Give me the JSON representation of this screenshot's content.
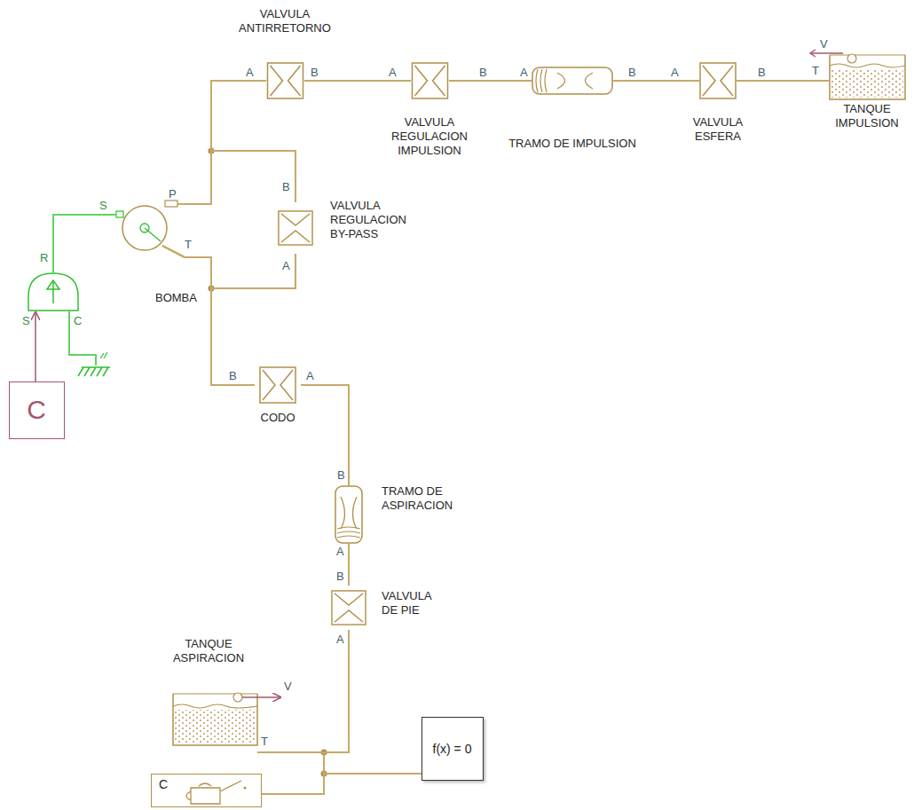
{
  "diagram": {
    "nodes": [
      {
        "text": [
          "VALVULA ANTIRRETORNO"
        ]
      },
      {
        "text": [
          "VALVULA REGULACION IMPULSION"
        ]
      },
      {
        "text": [
          "TRAMO DE IMPULSION"
        ]
      },
      {
        "text": [
          "VALVULA ESFERA"
        ]
      },
      {
        "text": [
          "TANQUE IMPULSION"
        ]
      },
      {
        "text": [
          "BOMBA"
        ]
      },
      {
        "text": [
          "VALVULA REGULACION BY-PASS"
        ]
      },
      {
        "text": [
          "CODO"
        ]
      },
      {
        "text": [
          "TRAMO DE ASPIRACION"
        ]
      },
      {
        "text": [
          "VALVULA DE PIE"
        ]
      },
      {
        "text": [
          "TANQUE ASPIRACION"
        ]
      },
      {
        "text": [
          "C"
        ]
      },
      {
        "text": [
          "f(x) = 0"
        ]
      },
      {
        "text": [
          "C"
        ]
      }
    ],
    "edges": [
      {
        "from": 5,
        "to": 0,
        "arrow": "none"
      },
      {
        "from": 5,
        "to": 6,
        "arrow": "none"
      },
      {
        "from": 6,
        "to": 5,
        "arrow": "none"
      },
      {
        "from": 5,
        "to": 7,
        "arrow": "none"
      },
      {
        "from": 0,
        "to": 1,
        "arrow": "none"
      },
      {
        "from": 1,
        "to": 2,
        "arrow": "none"
      },
      {
        "from": 2,
        "to": 3,
        "arrow": "none"
      },
      {
        "from": 3,
        "to": 4,
        "arrow": "none"
      },
      {
        "from": 7,
        "to": 8,
        "arrow": "none"
      },
      {
        "from": 8,
        "to": 9,
        "arrow": "none"
      },
      {
        "from": 9,
        "to": 10,
        "arrow": "none"
      },
      {
        "from": 10,
        "to": 13,
        "arrow": "none"
      },
      {
        "from": 10,
        "to": 12,
        "arrow": "none"
      }
    ],
    "labels": [
      "A",
      "B",
      "A",
      "B",
      "A",
      "B",
      "A",
      "B",
      "V",
      "T",
      "S",
      "P",
      "T",
      "B",
      "A",
      "R",
      "S",
      "C",
      "B",
      "A",
      "B",
      "A",
      "B",
      "A",
      "V",
      "T"
    ]
  }
}
